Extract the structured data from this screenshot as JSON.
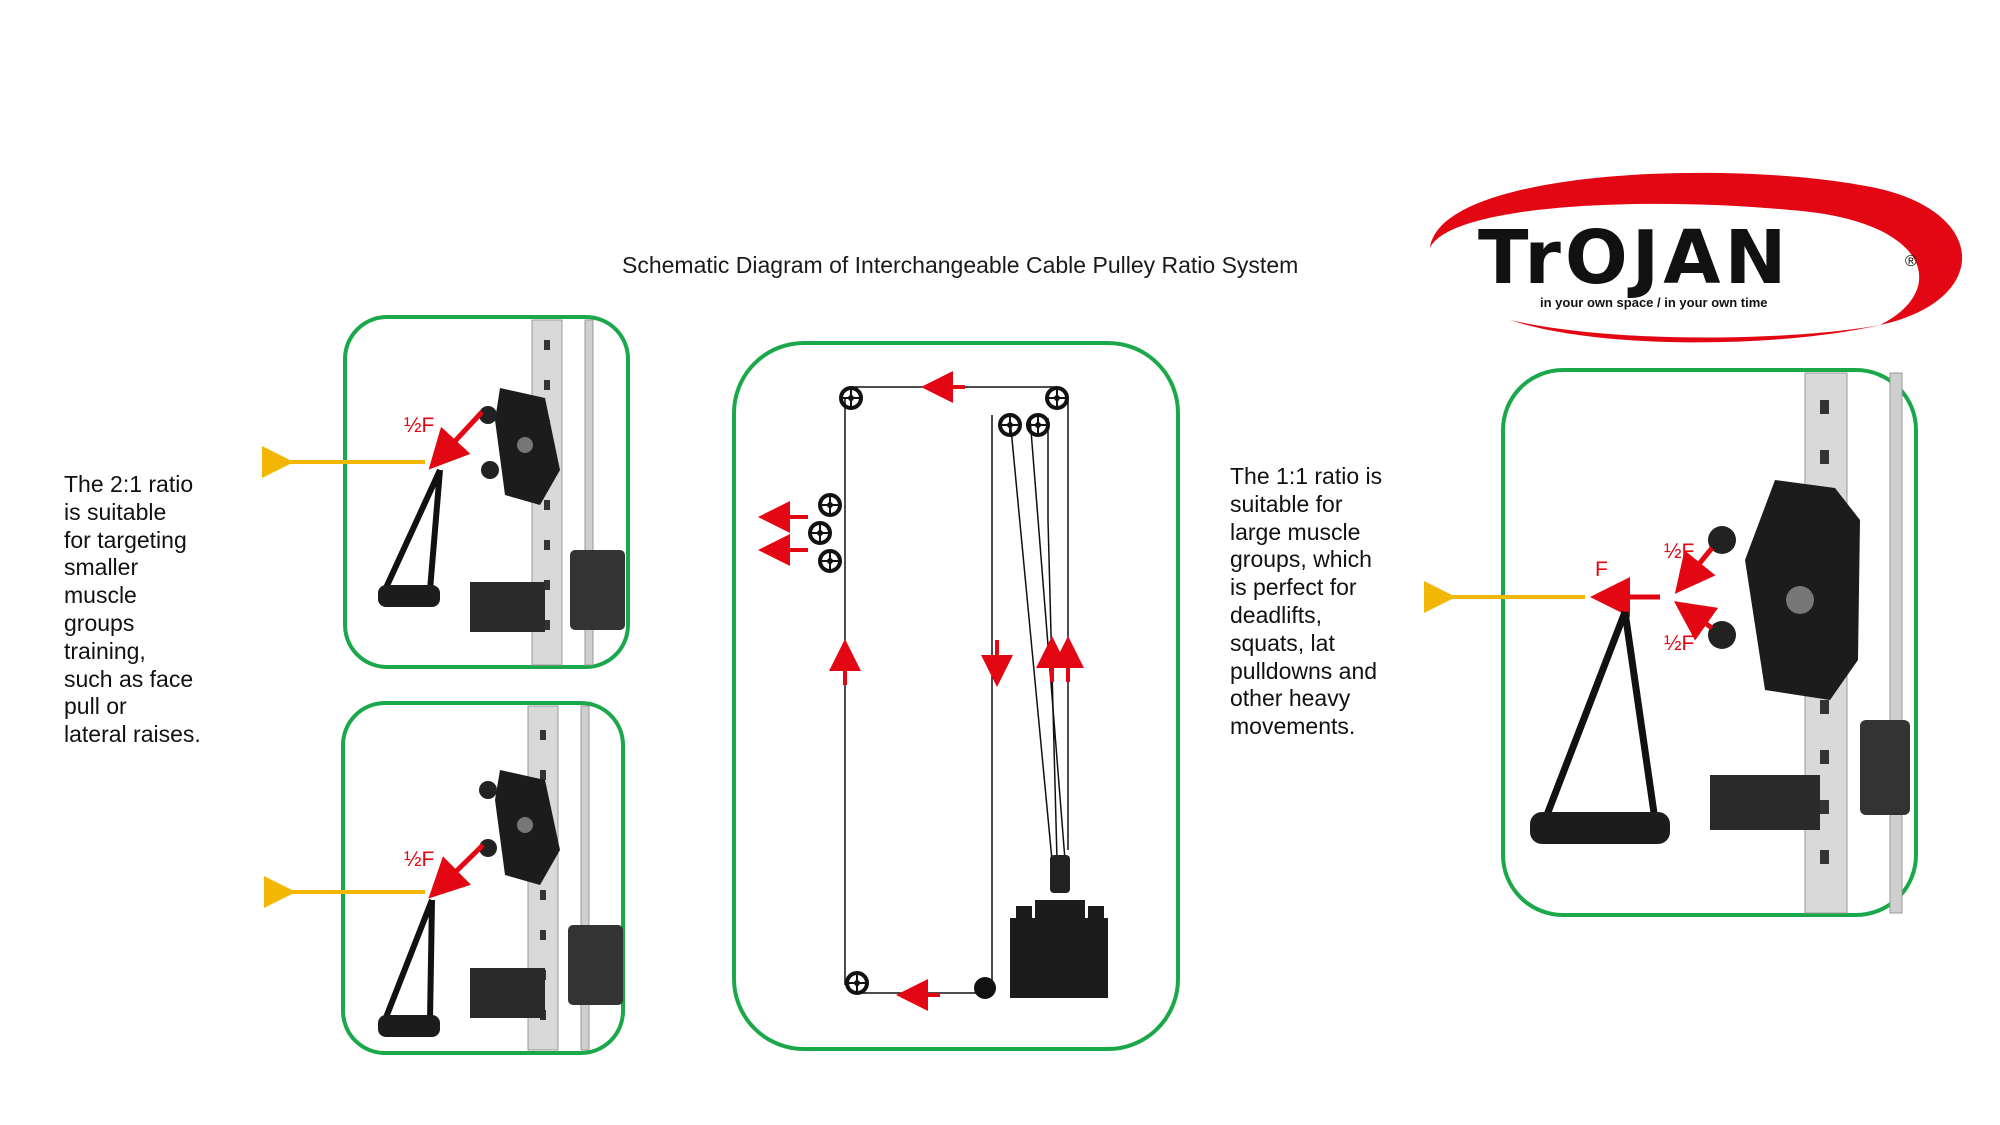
{
  "title": "Schematic Diagram of Interchangeable Cable Pulley Ratio System",
  "brand": {
    "name": "TrOJAN",
    "registered_mark": "®",
    "tagline": "in your own space  /  in your own time"
  },
  "descriptions": {
    "ratio_2_1": "The 2:1 ratio\nis suitable\nfor targeting\nsmaller\nmuscle\ngroups\ntraining,\nsuch as face\npull or\nlateral raises.",
    "ratio_1_1": "The 1:1 ratio is\nsuitable for\nlarge muscle\ngroups, which\nis perfect for\ndeadlifts,\nsquats, lat\npulldowns and\nother heavy\nmovements."
  },
  "force_labels": {
    "half_force": "½F",
    "full_force": "F"
  },
  "colors": {
    "frame_green": "#1aa84a",
    "force_arrow_red": "#e30613",
    "pull_arrow_yellow": "#f2b705",
    "logo_swoosh_red": "#e30613"
  }
}
